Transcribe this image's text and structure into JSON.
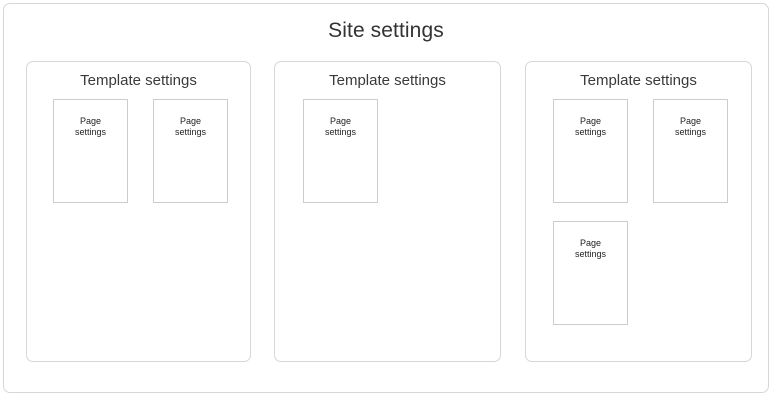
{
  "site": {
    "title": "Site settings",
    "border_color": "#d7d7d9",
    "background": "#ffffff"
  },
  "templates": [
    {
      "title": "Template settings",
      "pages": [
        {
          "line1": "Page",
          "line2": "settings"
        },
        {
          "line1": "Page",
          "line2": "settings"
        }
      ]
    },
    {
      "title": "Template settings",
      "pages": [
        {
          "line1": "Page",
          "line2": "settings"
        }
      ]
    },
    {
      "title": "Template settings",
      "pages": [
        {
          "line1": "Page",
          "line2": "settings"
        },
        {
          "line1": "Page",
          "line2": "settings"
        },
        {
          "line1": "Page",
          "line2": "settings"
        }
      ]
    }
  ],
  "colors": {
    "panel_border": "#d7d7d9",
    "card_border": "#cccccc",
    "title_text": "#333333",
    "panel_title_text": "#3a3a3a",
    "card_text": "#222222"
  }
}
